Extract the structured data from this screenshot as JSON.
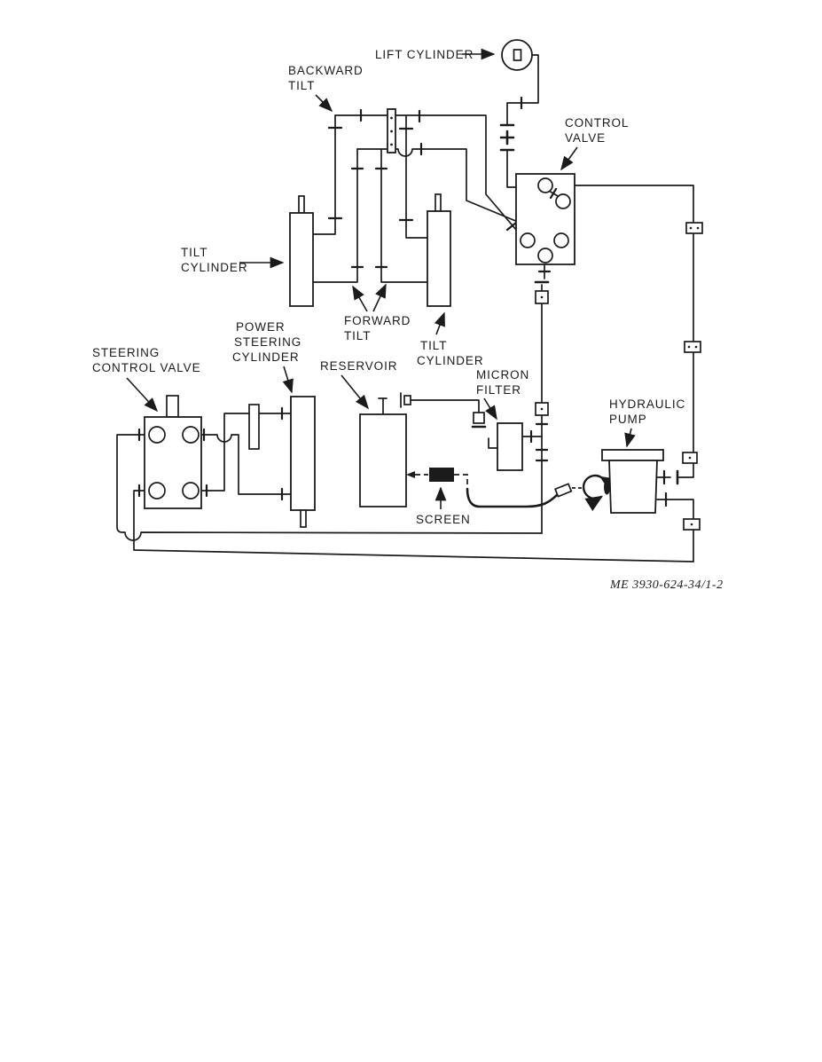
{
  "page": {
    "background": "#ffffff",
    "ink_color": "#1b1b1b"
  },
  "figure": {
    "caption": "ME 3930-624-34/1-2",
    "labels": {
      "lift_cylinder": {
        "lines": [
          "LIFT CYLINDER"
        ]
      },
      "backward_tilt": {
        "lines": [
          "BACKWARD",
          "TILT"
        ]
      },
      "control_valve": {
        "lines": [
          "CONTROL",
          "VALVE"
        ]
      },
      "tilt_cylinder_left": {
        "lines": [
          "TILT",
          "CYLINDER"
        ]
      },
      "forward_tilt": {
        "lines": [
          "FORWARD",
          "TILT"
        ]
      },
      "tilt_cylinder_right": {
        "lines": [
          "TILT",
          "CYLINDER"
        ]
      },
      "steering_control_valve": {
        "lines": [
          "STEERING",
          "CONTROL VALVE"
        ]
      },
      "power_steering_cylinder": {
        "lines": [
          "POWER",
          "STEERING",
          "CYLINDER"
        ]
      },
      "reservoir": {
        "lines": [
          "RESERVOIR"
        ]
      },
      "micron_filter": {
        "lines": [
          "MICRON",
          "FILTER"
        ]
      },
      "screen": {
        "lines": [
          "SCREEN"
        ]
      },
      "hydraulic_pump": {
        "lines": [
          "HYDRAULIC",
          "PUMP"
        ]
      }
    }
  }
}
